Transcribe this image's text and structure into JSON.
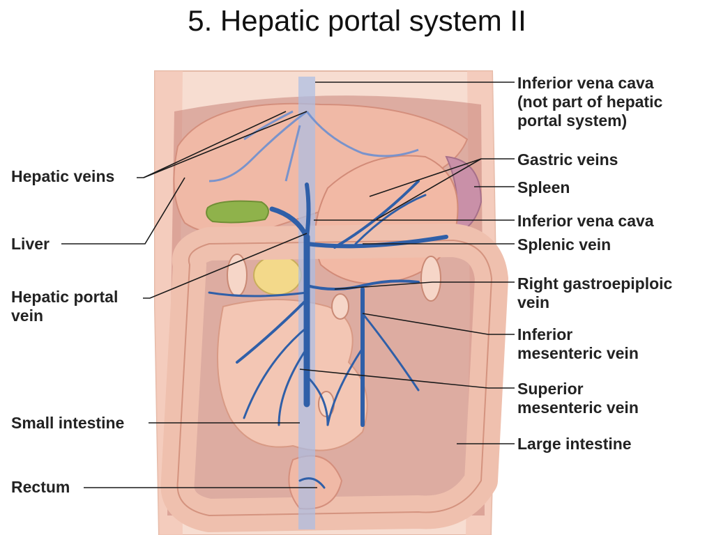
{
  "title": "5. Hepatic portal system II",
  "colors": {
    "vein": "#2f5fa8",
    "vein_light": "#6d8fd0",
    "organ": "#f0b9a6",
    "intestine": "#efc0ae",
    "gallbladder": "#8fb24b",
    "pancreas": "#f3d98a",
    "spleen": "#c990a8",
    "body": "#f7ddd1",
    "leader": "#1a1a1a"
  },
  "labels": {
    "hepatic_veins": "Hepatic veins",
    "liver": "Liver",
    "hepatic_portal_vein": "Hepatic portal\nvein",
    "small_intestine": "Small intestine",
    "rectum": "Rectum",
    "ivc_top": "Inferior vena cava\n(not part of hepatic\nportal system)",
    "gastric_veins": "Gastric veins",
    "spleen": "Spleen",
    "ivc_mid": "Inferior vena cava",
    "splenic_vein": "Splenic vein",
    "right_gastroepiploic_vein": "Right gastroepiploic\nvein",
    "inferior_mesenteric_vein": "Inferior\nmesenteric vein",
    "superior_mesenteric_vein": "Superior\nmesenteric vein",
    "large_intestine": "Large intestine"
  }
}
